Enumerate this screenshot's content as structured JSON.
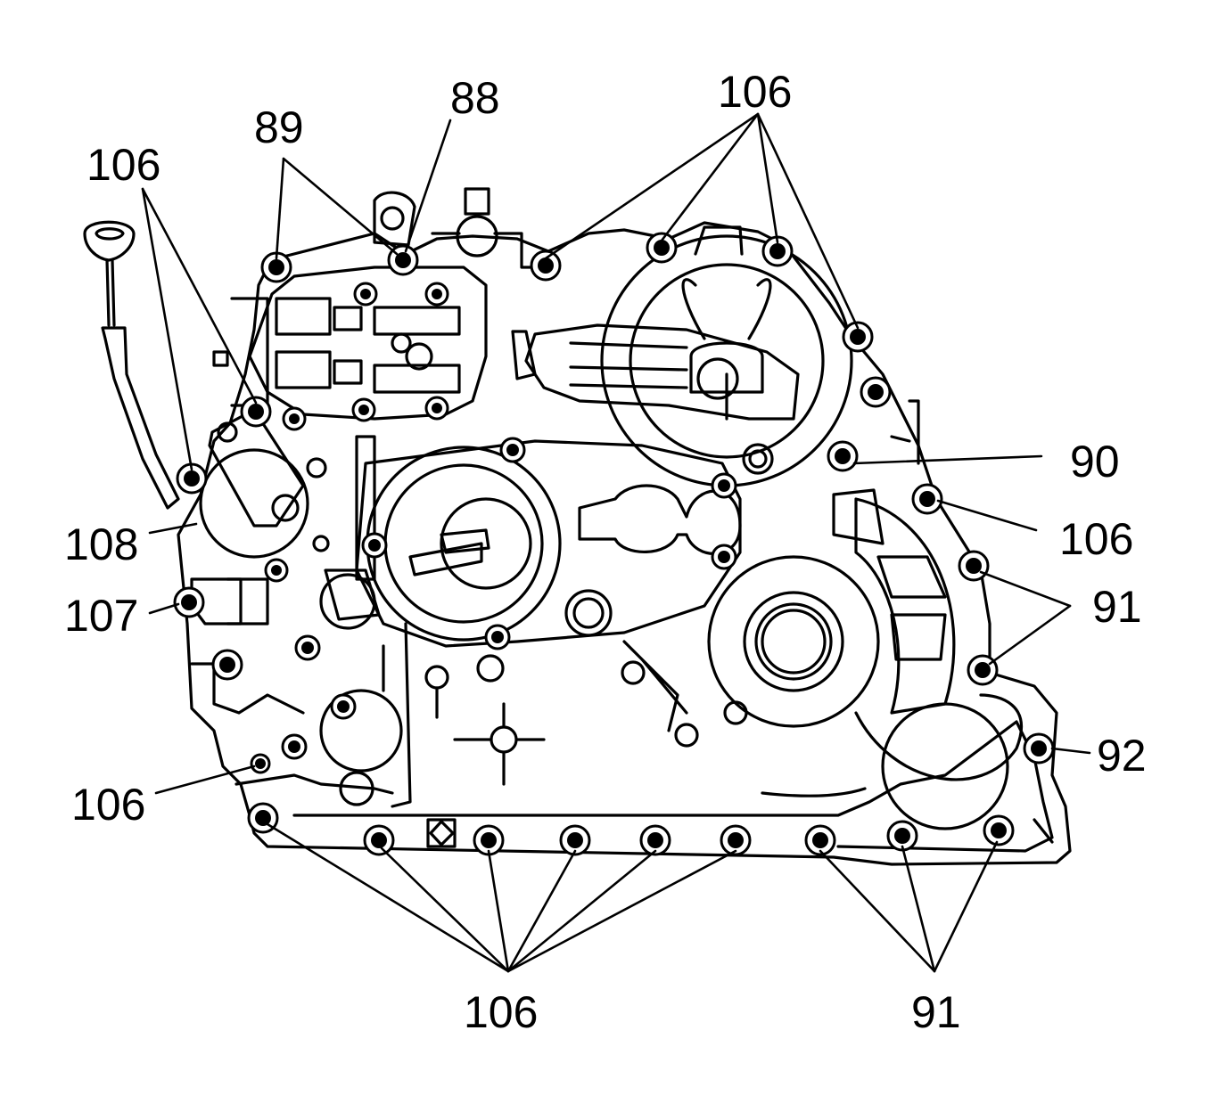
{
  "callouts": {
    "c88": "88",
    "c89": "89",
    "c106_top_left": "106",
    "c106_top_right": "106",
    "c90": "90",
    "c106_right": "106",
    "c91_right": "91",
    "c92": "92",
    "c108": "108",
    "c107": "107",
    "c106_lower_left": "106",
    "c106_bottom": "106",
    "c91_bottom": "91"
  }
}
